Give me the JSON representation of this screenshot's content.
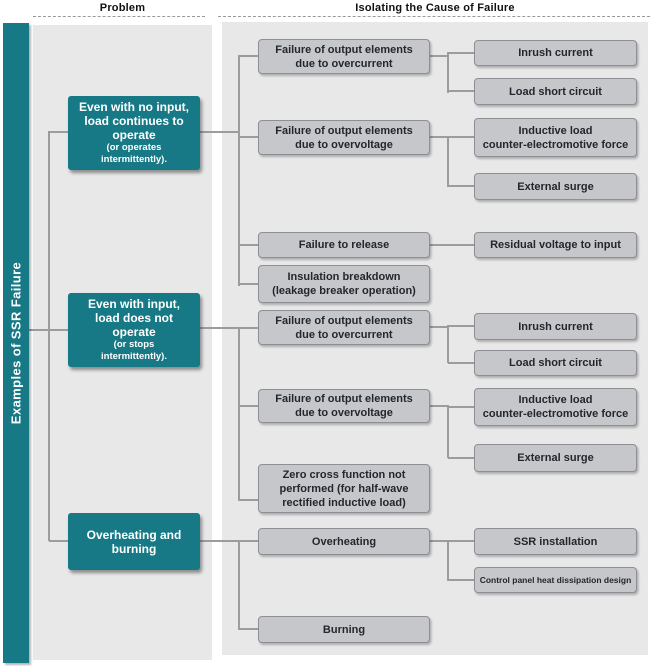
{
  "colors": {
    "teal": "#167985",
    "panel": "#e8e8e9",
    "boxfill": "#c6c7ca",
    "boxborder": "#8d8f94",
    "line": "#9c9c9e",
    "ink": "#23262e"
  },
  "headers": {
    "problem": "Problem",
    "isolating": "Isolating the Cause of Failure"
  },
  "sidebar": {
    "label": "Examples of SSR Failure"
  },
  "problems": [
    {
      "main": "Even with no input,\nload continues to\noperate",
      "sub": "(or operates\nintermittently)."
    },
    {
      "main": "Even with input,\nload does not\noperate",
      "sub": "(or stops\nintermittently)."
    },
    {
      "main": "Overheating and\nburning",
      "sub": ""
    }
  ],
  "causes": [
    {
      "label": "Failure of output elements\ndue to overcurrent"
    },
    {
      "label": "Failure of output elements\ndue to overvoltage"
    },
    {
      "label": "Failure to release"
    },
    {
      "label": "Insulation breakdown\n(leakage breaker operation)"
    },
    {
      "label": "Failure of output elements\ndue to overcurrent"
    },
    {
      "label": "Failure of output elements\ndue to overvoltage"
    },
    {
      "label": "Zero cross function not\nperformed (for half-wave\nrectified inductive load)"
    },
    {
      "label": "Overheating"
    },
    {
      "label": "Burning"
    }
  ],
  "subcauses": [
    {
      "label": "Inrush current"
    },
    {
      "label": "Load short circuit"
    },
    {
      "label": "Inductive load\ncounter-electromotive force"
    },
    {
      "label": "External surge"
    },
    {
      "label": "Residual voltage to input"
    },
    {
      "label": "Inrush current"
    },
    {
      "label": "Load short circuit"
    },
    {
      "label": "Inductive load\ncounter-electromotive force"
    },
    {
      "label": "External surge"
    },
    {
      "label": "SSR installation"
    },
    {
      "label": "Control panel heat dissipation design"
    }
  ]
}
